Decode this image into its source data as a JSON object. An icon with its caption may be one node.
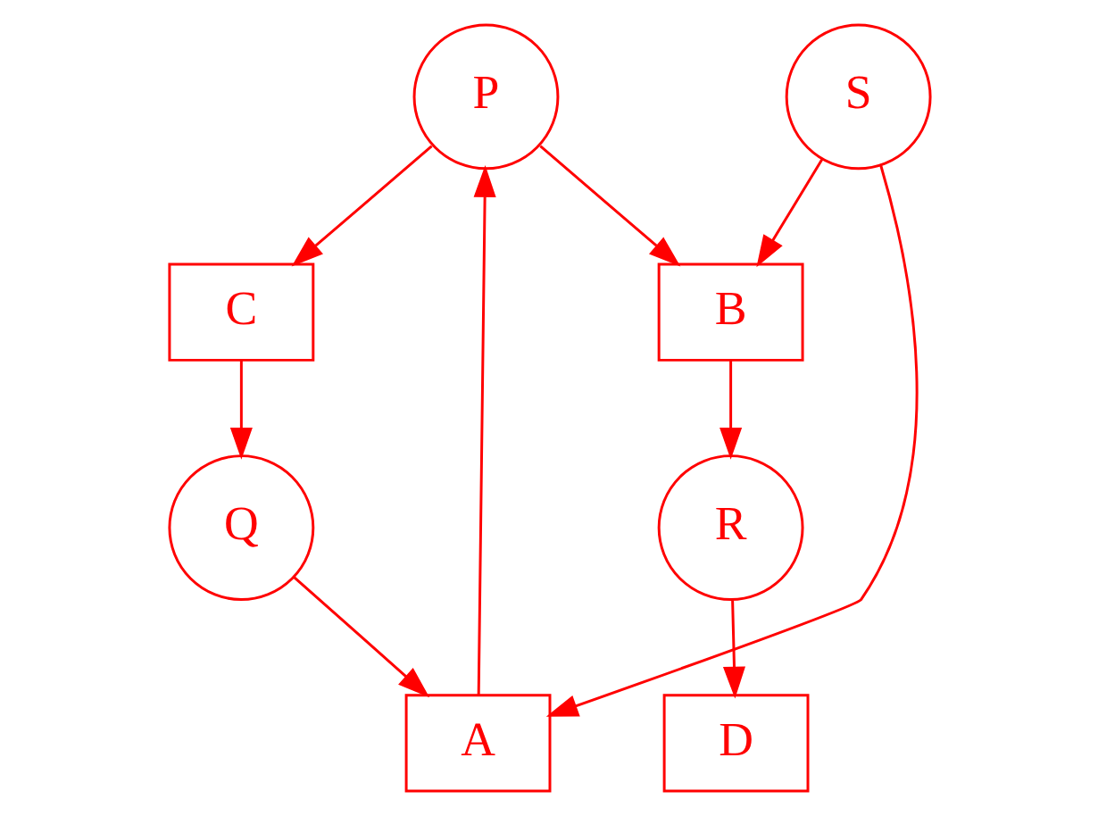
{
  "diagram": {
    "nodes": [
      {
        "text": [
          "P"
        ]
      },
      {
        "text": [
          "A"
        ]
      },
      {
        "text": [
          "C"
        ]
      },
      {
        "text": [
          "B"
        ]
      },
      {
        "text": [
          "D"
        ]
      },
      {
        "text": [
          "R"
        ]
      },
      {
        "text": [
          "Q"
        ]
      },
      {
        "text": [
          "S"
        ]
      }
    ],
    "edges": [
      {
        "from": 1,
        "to": 0,
        "arrow": "to"
      },
      {
        "from": 0,
        "to": 2,
        "arrow": "to"
      },
      {
        "from": 0,
        "to": 3,
        "arrow": "to"
      },
      {
        "from": 2,
        "to": 6,
        "arrow": "to"
      },
      {
        "from": 6,
        "to": 1,
        "arrow": "to"
      },
      {
        "from": 7,
        "to": 1,
        "arrow": "to"
      },
      {
        "from": 7,
        "to": 3,
        "arrow": "to"
      },
      {
        "from": 3,
        "to": 5,
        "arrow": "to"
      },
      {
        "from": 5,
        "to": 4,
        "arrow": "to"
      }
    ]
  }
}
